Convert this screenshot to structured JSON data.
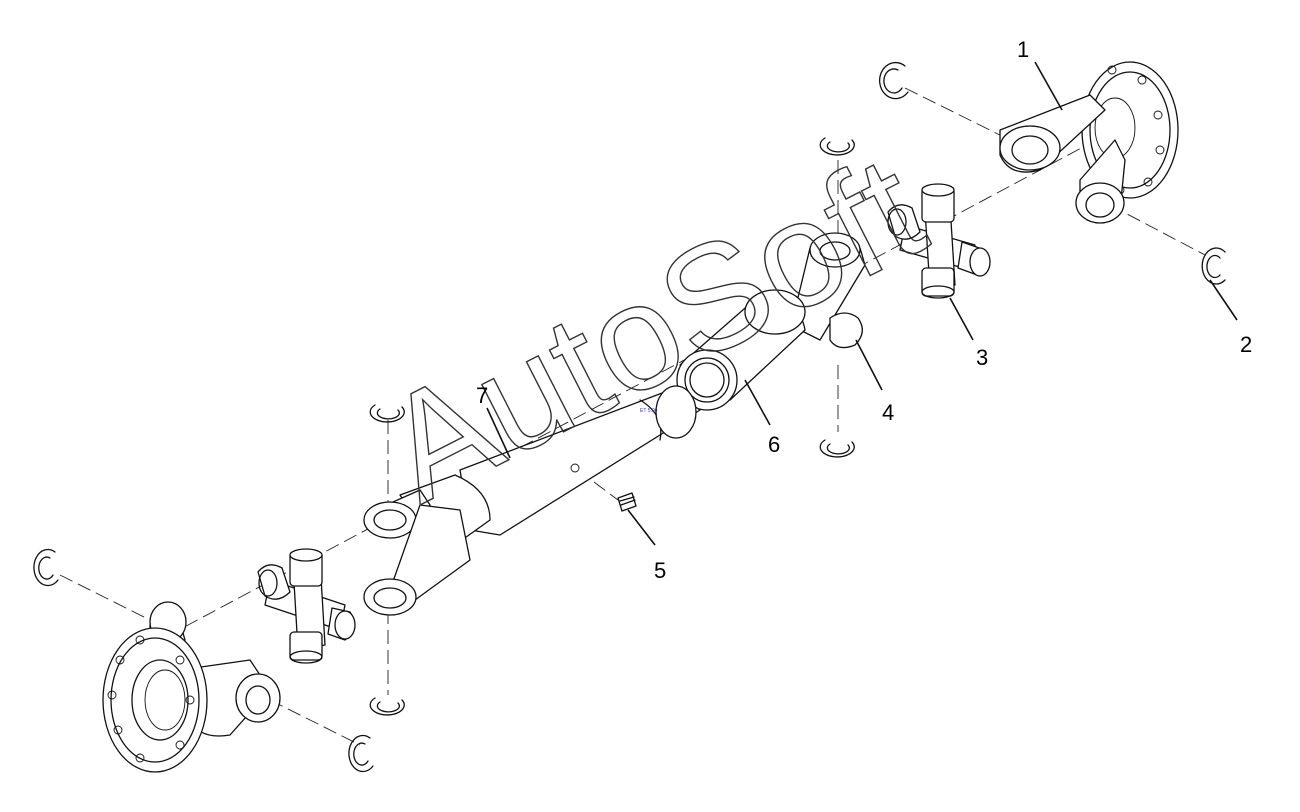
{
  "diagram": {
    "watermark": "AutoSoft",
    "tiny_note": "ET 5.00",
    "callouts": [
      "1",
      "2",
      "3",
      "4",
      "5",
      "6",
      "7"
    ]
  }
}
